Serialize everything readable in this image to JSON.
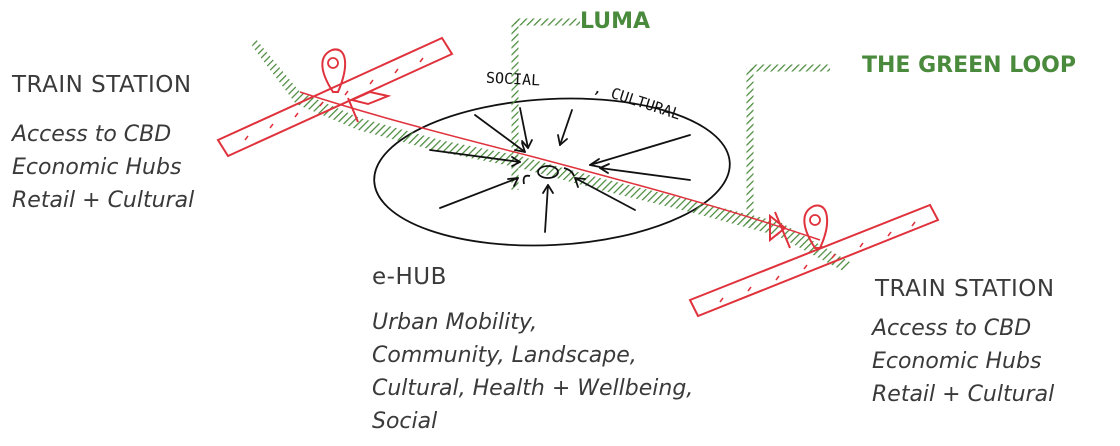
{
  "station_left": {
    "title": "TRAIN STATION",
    "lines": [
      "Access to CBD",
      "Economic Hubs",
      "Retail + Cultural"
    ]
  },
  "station_right": {
    "title": "TRAIN STATION",
    "lines": [
      "Access to CBD",
      "Economic Hubs",
      "Retail + Cultural"
    ]
  },
  "ehub": {
    "title": "e-HUB",
    "lines": [
      "Urban Mobility,",
      "Community, Landscape,",
      "Cultural, Health + Wellbeing,",
      "Social"
    ]
  },
  "callouts": {
    "luma": "LUMA",
    "green_loop": "THE GREEN LOOP"
  },
  "hub_annotations": {
    "social": "SOCIAL",
    "cultural": ", CULTURAL"
  },
  "colors": {
    "rail": "#e0323c",
    "green": "#4a8a3c",
    "ink": "#111111",
    "text": "#3a3a3a"
  }
}
